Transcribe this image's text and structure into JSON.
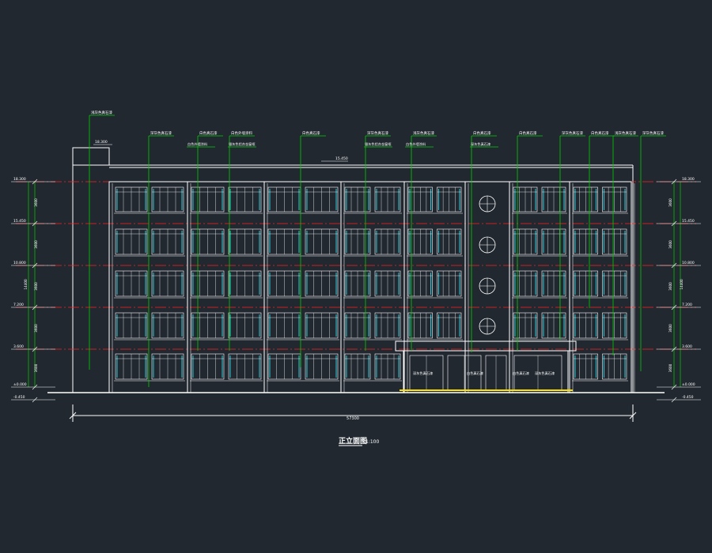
{
  "drawing": {
    "title": "正立面图",
    "scale": "1:100",
    "total_width_dim": "57300",
    "roof_top_label": "18.300",
    "roof_label": "15.450",
    "colors": {
      "background": "#212830",
      "wall": "#ffffff",
      "floor_line": "#ff2020",
      "leader": "#00d000",
      "window": "#30c8d8",
      "dim_axis": "#00c000",
      "entrance": "#ffe000"
    },
    "levels_left": [
      "18.300",
      "15.450",
      "10.800",
      "7.200",
      "3.600",
      "±0.000",
      "-0.450"
    ],
    "levels_right": [
      "18.300",
      "15.450",
      "10.800",
      "7.200",
      "3.600",
      "±0.000",
      "-0.450"
    ],
    "dims_left": [
      "3600",
      "3600",
      "3600",
      "3600",
      "3600"
    ],
    "dims_right": [
      "3600",
      "3600",
      "3600",
      "3600",
      "3600"
    ],
    "dim_total_left": "14400",
    "dim_total_right": "14400",
    "notes_top": [
      "浅灰色真石漆",
      "深灰色真石漆",
      "白色真石漆",
      "白色外墙涂料",
      "白色真石漆",
      "深灰色真石漆",
      "浅灰色真石漆",
      "白色真石漆",
      "白色真石漆",
      "深灰色真石漆",
      "白色真石漆",
      "浅灰色真石漆",
      "深灰色真石漆"
    ],
    "notes_top_sub": [
      "白色外墙涂料",
      "银灰色铝合金窗框",
      "银灰色铝合金窗框",
      "白色外墙涂料",
      "深灰色真石漆"
    ],
    "notes_entrance": [
      "深灰色真石漆",
      "白色真石漆",
      "白色真石漆",
      "深灰色真石漆"
    ]
  }
}
